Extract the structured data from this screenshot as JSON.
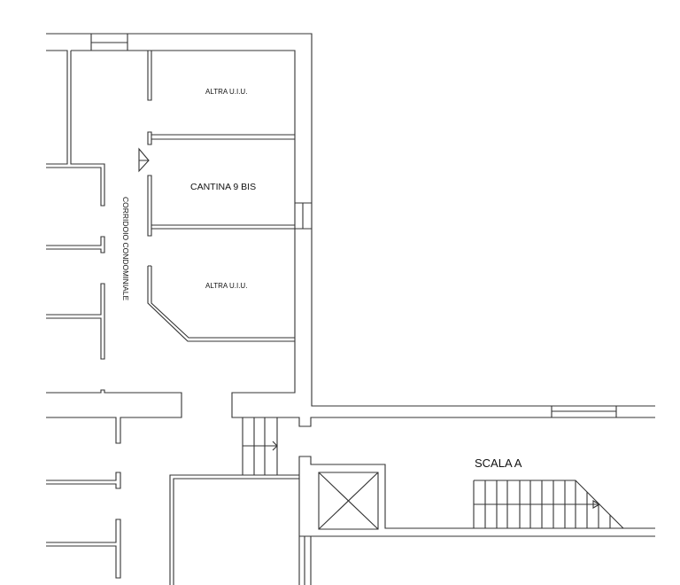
{
  "plan": {
    "rooms": {
      "altra_top": "ALTRA U.I.U.",
      "cantina": "CANTINA 9 BIS",
      "altra_bottom": "ALTRA U.I.U.",
      "corridor": "CORRIDOIO CONDOMINIALE",
      "stair": "SCALA A"
    },
    "colors": {
      "line": "#333333",
      "background": "#ffffff"
    }
  }
}
